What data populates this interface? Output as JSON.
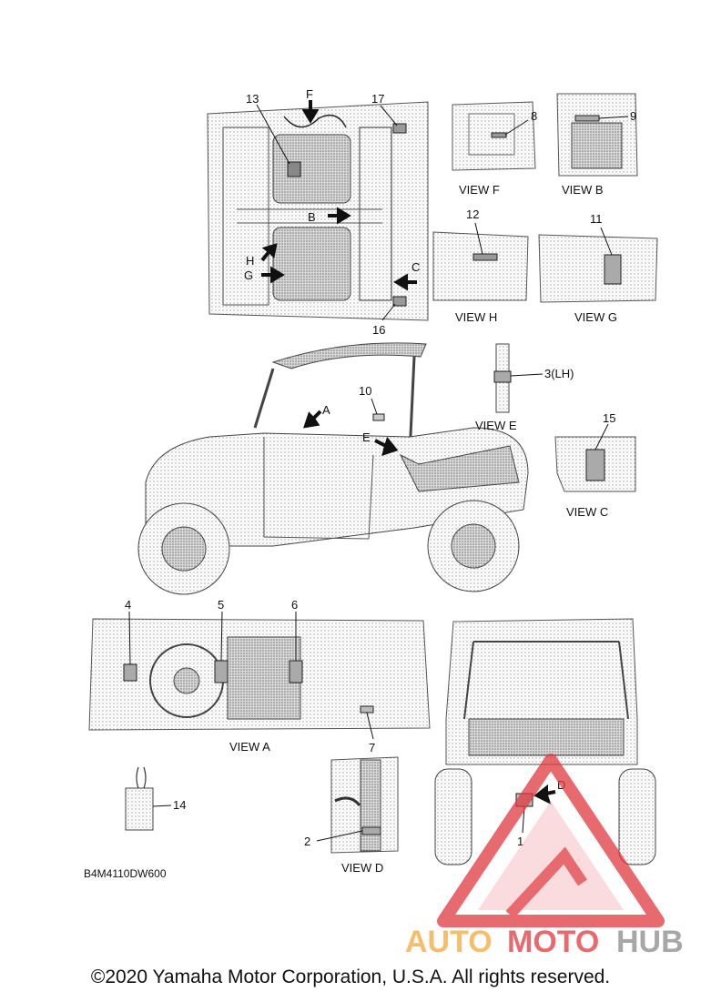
{
  "diagram": {
    "callouts": {
      "c1": "1",
      "c2": "2",
      "c3": "3(LH)",
      "c4": "4",
      "c5": "5",
      "c6": "6",
      "c7": "7",
      "c8": "8",
      "c9": "9",
      "c10": "10",
      "c11": "11",
      "c12": "12",
      "c13": "13",
      "c14": "14",
      "c15": "15",
      "c16": "16",
      "c17": "17"
    },
    "arrows": {
      "A": "A",
      "B": "B",
      "C": "C",
      "D": "D",
      "E": "E",
      "F": "F",
      "G": "G",
      "H": "H"
    },
    "views": {
      "view_a": "VIEW A",
      "view_b": "VIEW B",
      "view_c": "VIEW C",
      "view_d": "VIEW D",
      "view_e": "VIEW E",
      "view_f": "VIEW F",
      "view_g": "VIEW G",
      "view_h": "VIEW H"
    },
    "drawing_code": "B4M4110DW600"
  },
  "watermark": {
    "brand_part1": "AUTO",
    "brand_part2": "MOTO",
    "brand_part3": "HUB",
    "color_red": "#e0393e",
    "color_orange": "#f2a93b",
    "color_gray": "#8a8a8a"
  },
  "footer": {
    "copyright": "©2020 Yamaha Motor Corporation, U.S.A. All rights reserved."
  }
}
